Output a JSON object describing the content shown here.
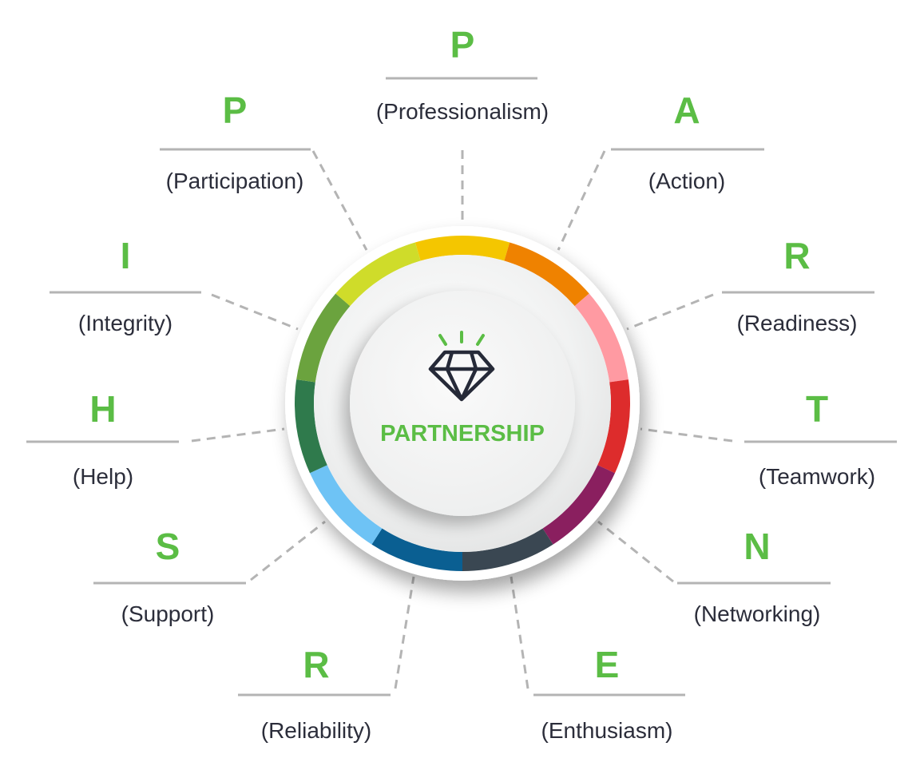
{
  "center": {
    "label": "PARTNERSHIP",
    "icon": "diamond-icon"
  },
  "colors": {
    "letter": "#5bbd45",
    "text": "#2b2d3a",
    "rule": "#b4b4b4",
    "icon": "#262a38",
    "icon_rays": "#5bbd45"
  },
  "items": [
    {
      "letter": "P",
      "word": "(Professionalism)"
    },
    {
      "letter": "A",
      "word": "(Action)"
    },
    {
      "letter": "R",
      "word": "(Readiness)"
    },
    {
      "letter": "T",
      "word": "(Teamwork)"
    },
    {
      "letter": "N",
      "word": "(Networking)"
    },
    {
      "letter": "E",
      "word": "(Enthusiasm)"
    },
    {
      "letter": "R",
      "word": "(Reliability)"
    },
    {
      "letter": "S",
      "word": "(Support)"
    },
    {
      "letter": "H",
      "word": "(Help)"
    },
    {
      "letter": "I",
      "word": "(Integrity)"
    },
    {
      "letter": "P",
      "word": "(Participation)"
    }
  ],
  "ring_segments": [
    {
      "color": "#f4c600"
    },
    {
      "color": "#ef8200"
    },
    {
      "color": "#ff9aa2"
    },
    {
      "color": "#dd2c2c"
    },
    {
      "color": "#8a1f5f"
    },
    {
      "color": "#3a4752"
    },
    {
      "color": "#0a5f92"
    },
    {
      "color": "#6ec3f5"
    },
    {
      "color": "#2f7a4c"
    },
    {
      "color": "#6ba33e"
    },
    {
      "color": "#cfdc2a"
    }
  ]
}
